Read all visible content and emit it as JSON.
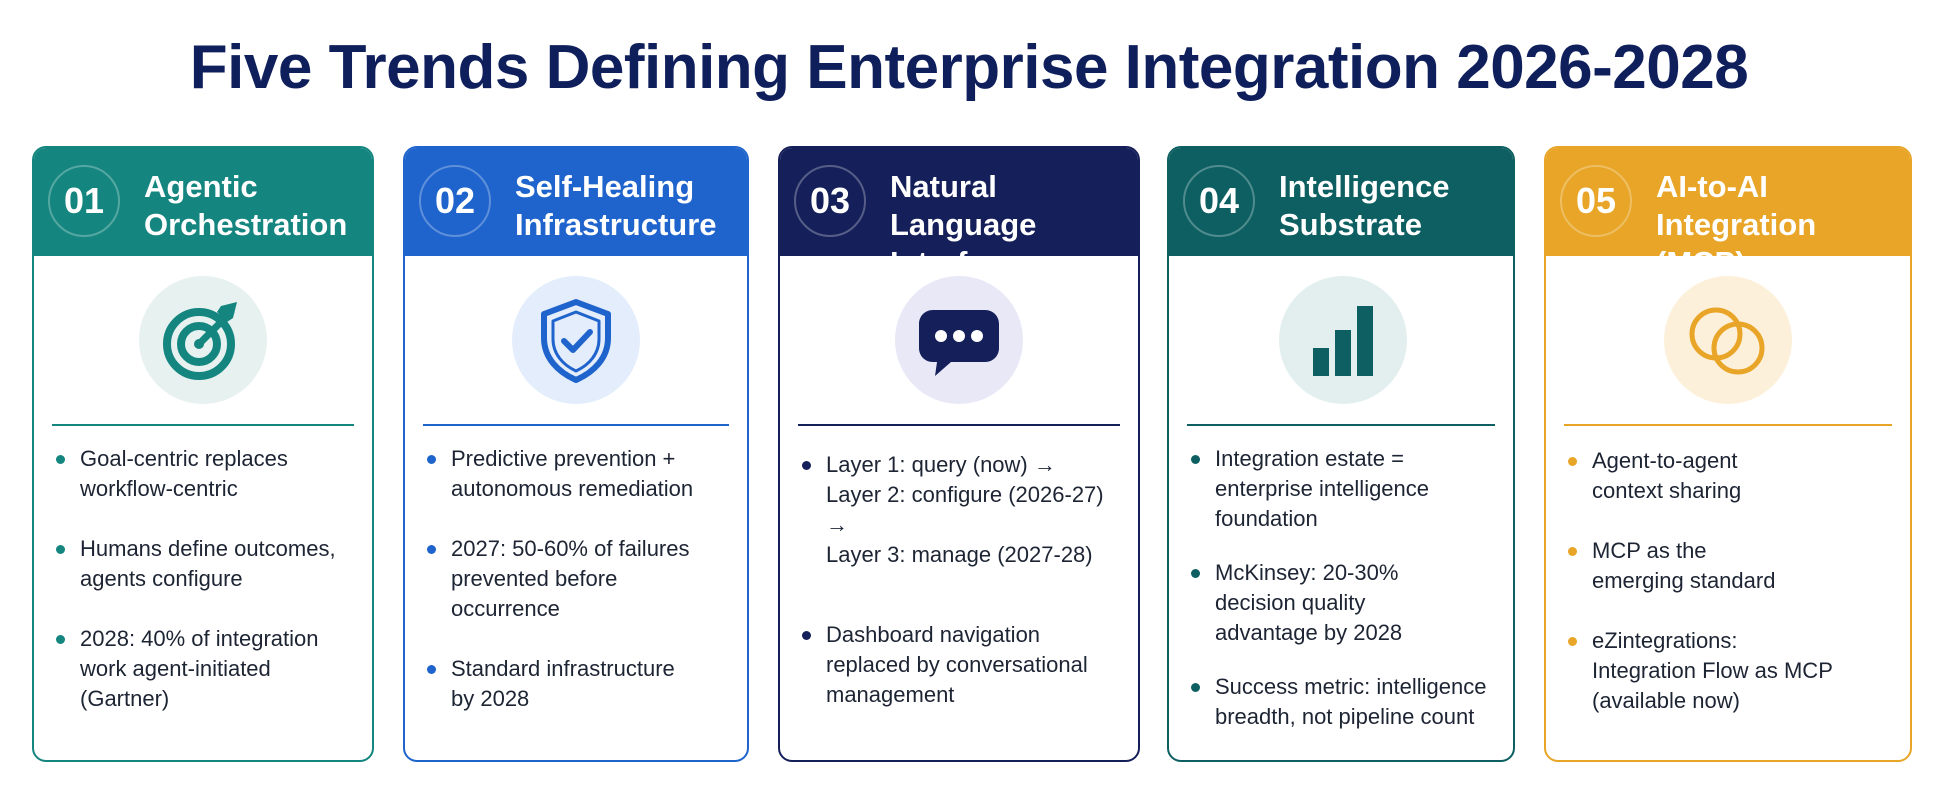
{
  "title": "Five Trends Defining Enterprise Integration 2026-2028",
  "colors": {
    "teal": "#14857f",
    "blue": "#1f64cc",
    "navy": "#15205a",
    "darkteal": "#0d5f62",
    "gold": "#e8a527"
  },
  "cards": [
    {
      "number": "01",
      "title": "Agentic\nOrchestration",
      "icon": "target-arrow-icon",
      "bullets": [
        "Goal-centric replaces\nworkflow-centric",
        "Humans define outcomes,\nagents configure",
        "2028: 40% of integration\nwork agent-initiated\n(Gartner)"
      ]
    },
    {
      "number": "02",
      "title": "Self-Healing\nInfrastructure",
      "icon": "shield-check-icon",
      "bullets": [
        "Predictive prevention +\nautonomous remediation",
        "2027: 50-60% of failures\nprevented before\noccurrence",
        "Standard infrastructure\nby 2028"
      ]
    },
    {
      "number": "03",
      "title": "Natural Language\nInterface",
      "icon": "chat-bubble-icon",
      "bullets": [
        "Layer 1: query (now) →\nLayer 2: configure (2026-27) →\nLayer 3: manage (2027-28)",
        "Dashboard navigation\nreplaced by conversational\nmanagement"
      ]
    },
    {
      "number": "04",
      "title": "Intelligence\nSubstrate",
      "icon": "bar-chart-icon",
      "bullets": [
        "Integration estate =\nenterprise intelligence\nfoundation",
        "McKinsey: 20-30%\ndecision quality\nadvantage by 2028",
        "Success metric: intelligence\nbreadth, not pipeline count"
      ]
    },
    {
      "number": "05",
      "title": "AI-to-AI\nIntegration (MCP)",
      "icon": "linked-circles-icon",
      "bullets": [
        "Agent-to-agent\ncontext sharing",
        "MCP as the\nemerging standard",
        "eZintegrations:\nIntegration Flow as MCP\n(available now)"
      ]
    }
  ]
}
